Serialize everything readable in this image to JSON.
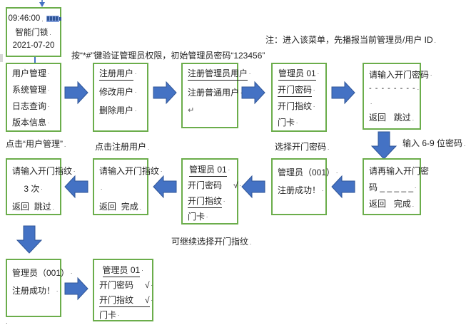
{
  "colors": {
    "box_border": "#6bad4b",
    "arrow_fill": "#4472c4",
    "arrow_edge": "#2f5597",
    "connector": "#4472c4",
    "text": "#1f1f1f"
  },
  "header": {
    "device_screen": {
      "time": "09:46:00",
      "name": "智能门锁",
      "date": "2021-07-20"
    },
    "instruction": "按“*#”键验证管理员权限，初始管理员密码“123456”",
    "note": "注：进入该菜单，先播报当前管理员/用户 ID"
  },
  "flow": {
    "eol_mark": ".",
    "check_mark": "√",
    "password_hint": "输入 6-9 位密码",
    "captions": {
      "click_user_mgmt": "点击“用户管理”",
      "click_register_user": "点击注册用户",
      "select_password": "选择开门密码",
      "continue_fingerprint": "可继续选择开门指纹"
    },
    "boxes": {
      "main_menu": {
        "lines": [
          {
            "t": "用户管理"
          },
          {
            "t": "系统管理"
          },
          {
            "t": "日志查询"
          },
          {
            "t": "版本信息"
          }
        ]
      },
      "register_menu": {
        "lines": [
          {
            "t": "注册用户",
            "u": true
          },
          {
            "t": "修改用户"
          },
          {
            "t": "删除用户"
          }
        ]
      },
      "register_type": {
        "lines": [
          {
            "t": "注册管理员用户",
            "u": true
          },
          {
            "t": "注册普通用户"
          },
          {
            "t": "↵",
            "crlf": true,
            "mark": false
          }
        ]
      },
      "admin01_methods": {
        "lines": [
          {
            "t": "管理员 01",
            "u": true,
            "center": true
          },
          {
            "t": "开门密码",
            "u": true
          },
          {
            "t": "开门指纹"
          },
          {
            "t": "门卡"
          }
        ]
      },
      "enter_password": {
        "lines": [
          {
            "t": "请输入开门密码"
          },
          {
            "t": "- - - - - - - -",
            "dash": true
          },
          {
            "t": ""
          },
          {
            "l": "返回",
            "r": "跳过",
            "pair": true
          }
        ]
      },
      "enter_fingerprint_times": {
        "lines": [
          {
            "t": "请输入开门指纹"
          },
          {
            "t": "3 次",
            "center": true
          },
          {
            "l": "返回",
            "r": "跳过",
            "pair": true
          }
        ]
      },
      "enter_fingerprint": {
        "lines": [
          {
            "t": "请输入开门指纹"
          },
          {
            "t": ""
          },
          {
            "l": "返回",
            "r": "完成",
            "pair": true
          }
        ]
      },
      "admin01_password_set": {
        "lines": [
          {
            "t": "管理员 01",
            "u": true,
            "center": true
          },
          {
            "t": "开门密码",
            "chk": true
          },
          {
            "t": "开门指纹",
            "u": true
          },
          {
            "t": "门卡"
          }
        ]
      },
      "admin001_success": {
        "lines": [
          {
            "t": "管理员（001）"
          },
          {
            "t": "注册成功！"
          }
        ]
      },
      "reenter_password": {
        "lines": [
          {
            "t": "请再输入开门密",
            "mark": false
          },
          {
            "t": "码 _ _ _ _ _"
          },
          {
            "l": "返回",
            "r": "完成",
            "pair": true
          }
        ]
      },
      "admin001_success2": {
        "lines": [
          {
            "t": "管理员（001）"
          },
          {
            "t": "注册成功！"
          }
        ]
      },
      "admin01_complete": {
        "lines": [
          {
            "t": "管理员 01",
            "u": true,
            "center": true
          },
          {
            "t": "开门密码",
            "chk": true
          },
          {
            "t": "开门指纹",
            "u": true,
            "chk": true
          },
          {
            "t": "门卡"
          }
        ]
      }
    }
  }
}
